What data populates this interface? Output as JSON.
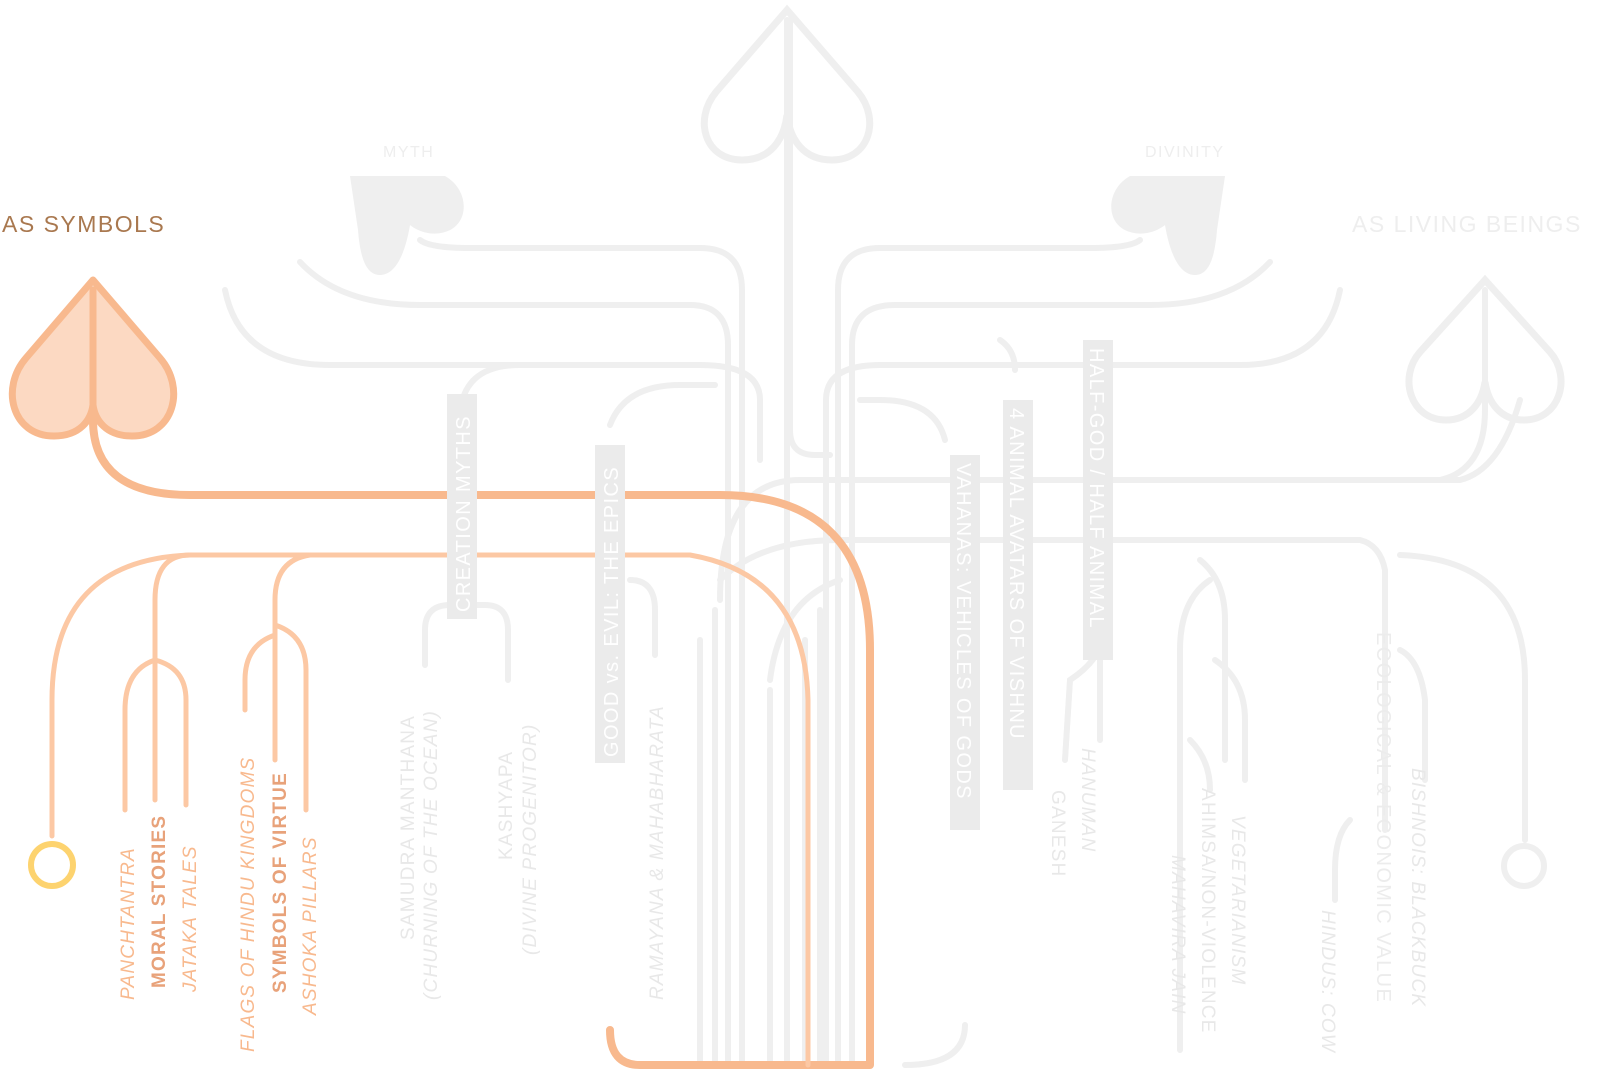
{
  "colors": {
    "accent_strong": "#f8b98e",
    "accent_light": "#fcc8a4",
    "accent_fill": "#fcd9c2",
    "header_brown": "#a9784f",
    "ring_yellow": "#fdd36f",
    "faded": "#efefef",
    "faded_text": "#e8e8e8",
    "box_bg": "#ebebeb"
  },
  "headers": {
    "as_symbols": "AS SYMBOLS",
    "as_living_beings": "AS LIVING BEINGS",
    "myth": "MYTH",
    "divinity": "DIVINITY"
  },
  "categories": {
    "creation_myths": "CREATION MYTHS",
    "good_vs_evil": "GOOD vs. EVIL: THE EPICS",
    "vahanas": "VAHANAS: VEHICLES OF GODS",
    "animal_avatars": "4 ANIMAL AVATARS OF VISHNU",
    "half_god": "HALF-GOD / HALF ANIMAL",
    "ecological_value": "ECOLOGICAL & ECONOMIC VALUE"
  },
  "symbols_leaves": {
    "panchtantra": "PANCHTANTRA",
    "moral_stories": "MORAL STORIES",
    "jataka_tales": "JATAKA TALES",
    "flags": "FLAGS OF HINDU KINGDOMS",
    "symbols_of_virtue": "SYMBOLS OF VIRTUE",
    "ashoka_pillars": "ASHOKA PILLARS"
  },
  "myth_leaves": {
    "samudra_1": "SAMUDRA MANTHANA",
    "samudra_2": "(CHURNING OF THE OCEAN)",
    "kashyapa_1": "KASHYAPA",
    "kashyapa_2": "(DIVINE PROGENITOR)",
    "ramayana": "RAMAYANA & MAHABHARATA"
  },
  "divinity_leaves": {
    "hanuman": "HANUMAN",
    "ganesh": "GANESH"
  },
  "living_leaves": {
    "vegetarianism": "VEGETARIANISM",
    "ahimsa": "AHIMSA/NON-VIOLENCE",
    "mahavira": "MAHAVIRA JAIN",
    "bishnois": "BISHNOIS: BLACKBUCK",
    "hindus_cow": "HINDUS: COW"
  }
}
